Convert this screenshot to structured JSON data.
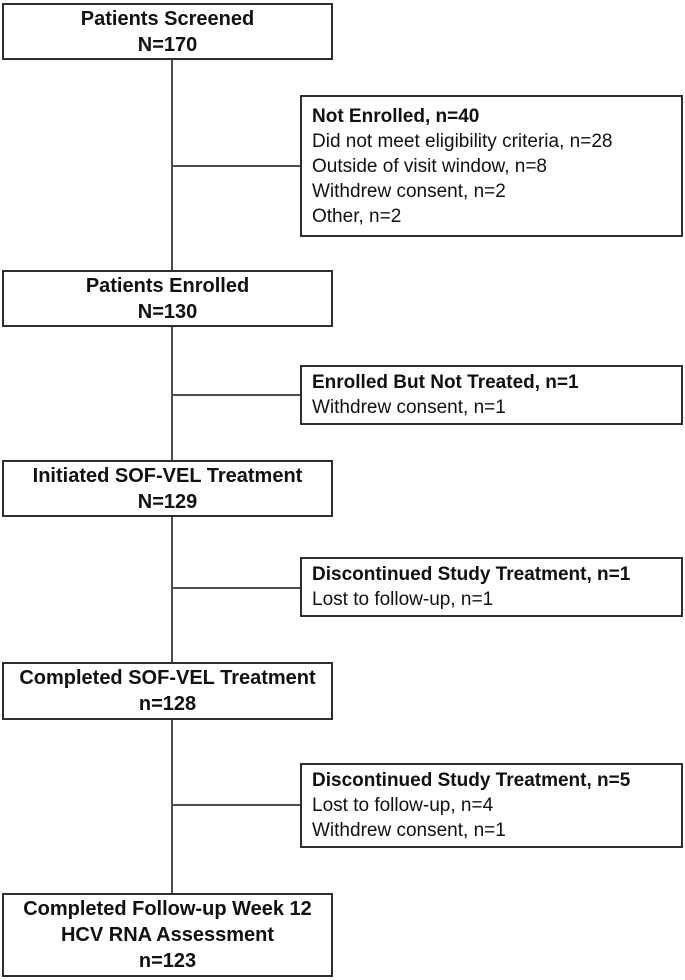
{
  "figure": {
    "type": "patient-flow-diagram",
    "colors": {
      "background": "#ffffff",
      "box_border": "#2e2e2e",
      "connector": "#4d4d4d",
      "text": "#111111"
    },
    "nodes": {
      "screened": {
        "lines": [
          "Patients Screened",
          "N=170"
        ]
      },
      "not_enrolled": {
        "title": "Not Enrolled, n=40",
        "items": [
          "Did not meet eligibility criteria, n=28",
          "Outside of visit window, n=8",
          "Withdrew consent, n=2",
          "Other, n=2"
        ]
      },
      "enrolled": {
        "lines": [
          "Patients Enrolled",
          "N=130"
        ]
      },
      "not_treated": {
        "title": "Enrolled But Not Treated, n=1",
        "items": [
          "Withdrew consent, n=1"
        ]
      },
      "initiated": {
        "lines": [
          "Initiated SOF-VEL Treatment",
          "N=129"
        ]
      },
      "discontinued_1": {
        "title": "Discontinued Study Treatment, n=1",
        "items": [
          "Lost to follow-up, n=1"
        ]
      },
      "completed_treatment": {
        "lines": [
          "Completed SOF-VEL Treatment",
          "n=128"
        ]
      },
      "discontinued_2": {
        "title": "Discontinued Study Treatment, n=5",
        "items": [
          "Lost to follow-up, n=4",
          "Withdrew consent, n=1"
        ]
      },
      "followup": {
        "lines": [
          "Completed Follow-up Week 12",
          "HCV RNA Assessment",
          "n=123"
        ]
      }
    }
  }
}
